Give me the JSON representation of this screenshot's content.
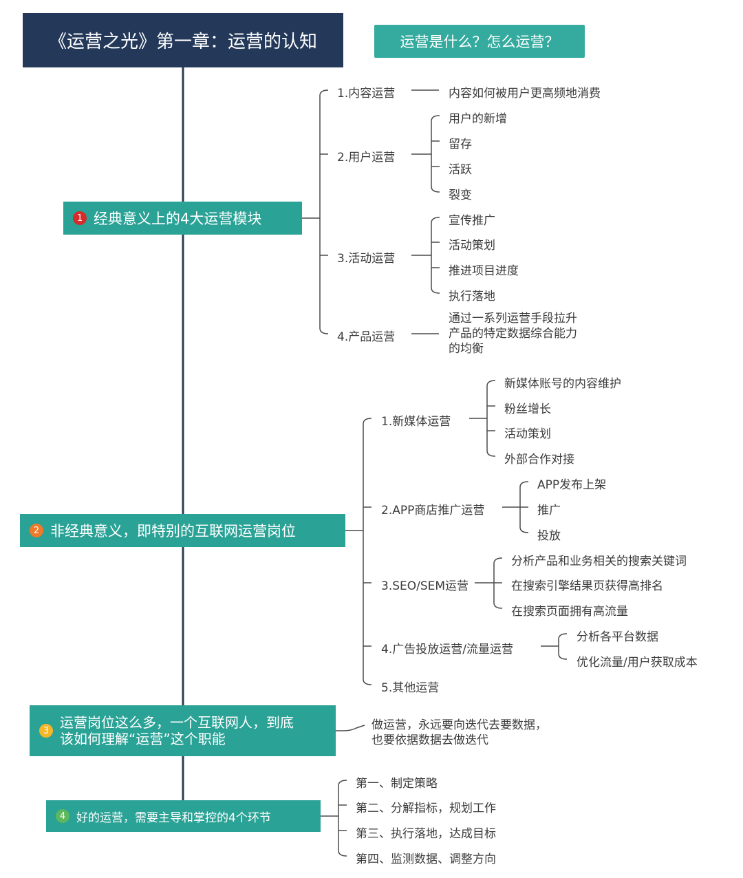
{
  "title": "《运营之光》第一章：运营的认知",
  "question": "运营是什么？怎么运营？",
  "sections": [
    {
      "num": "1",
      "badge_color": "#d62b2b",
      "label": "经典意义上的4大运营模块",
      "children": [
        {
          "label": "1.内容运营",
          "items": [
            "内容如何被用户更高频地消费"
          ]
        },
        {
          "label": "2.用户运营",
          "items": [
            "用户的新增",
            "留存",
            "活跃",
            "裂变"
          ]
        },
        {
          "label": "3.活动运营",
          "items": [
            "宣传推广",
            "活动策划",
            "推进项目进度",
            "执行落地"
          ]
        },
        {
          "label": "4.产品运营",
          "items": [
            "通过一系列运营手段拉升产品的特定数据综合能力的均衡"
          ]
        }
      ]
    },
    {
      "num": "2",
      "badge_color": "#f07a2a",
      "label": "非经典意义，即特别的互联网运营岗位",
      "children": [
        {
          "label": "1.新媒体运营",
          "items": [
            "新媒体账号的内容维护",
            "粉丝增长",
            "活动策划",
            "外部合作对接"
          ]
        },
        {
          "label": "2.APP商店推广运营",
          "items": [
            "APP发布上架",
            "推广",
            "投放"
          ]
        },
        {
          "label": "3.SEO/SEM运营",
          "items": [
            "分析产品和业务相关的搜索关键词",
            "在搜索引擎结果页获得高排名",
            "在搜索页面拥有高流量"
          ]
        },
        {
          "label": "4.广告投放运营/流量运营",
          "items": [
            "分析各平台数据",
            "优化流量/用户获取成本"
          ]
        },
        {
          "label": "5.其他运营",
          "items": []
        }
      ]
    },
    {
      "num": "3",
      "badge_color": "#f5b728",
      "label": "运营岗位这么多，一个互联网人，到底该如何理解“运营”这个职能",
      "children": [
        {
          "label": "做运营，永远要向迭代去要数据，也要依据数据去做迭代",
          "items": []
        }
      ]
    },
    {
      "num": "4",
      "badge_color": "#5cb85c",
      "label": "好的运营，需要主导和掌控的4个环节",
      "children": [
        {
          "label": "第一、制定策略",
          "items": []
        },
        {
          "label": "第二、分解指标，规划工作",
          "items": []
        },
        {
          "label": "第三、执行落地，达成目标",
          "items": []
        },
        {
          "label": "第四、监测数据、调整方向",
          "items": []
        }
      ]
    }
  ],
  "colors": {
    "title_bg": "#24395a",
    "question_bg": "#34ab9e",
    "section_bg": "#2aa296",
    "spine": "#2b3d55",
    "connector": "#4a4a4a"
  }
}
